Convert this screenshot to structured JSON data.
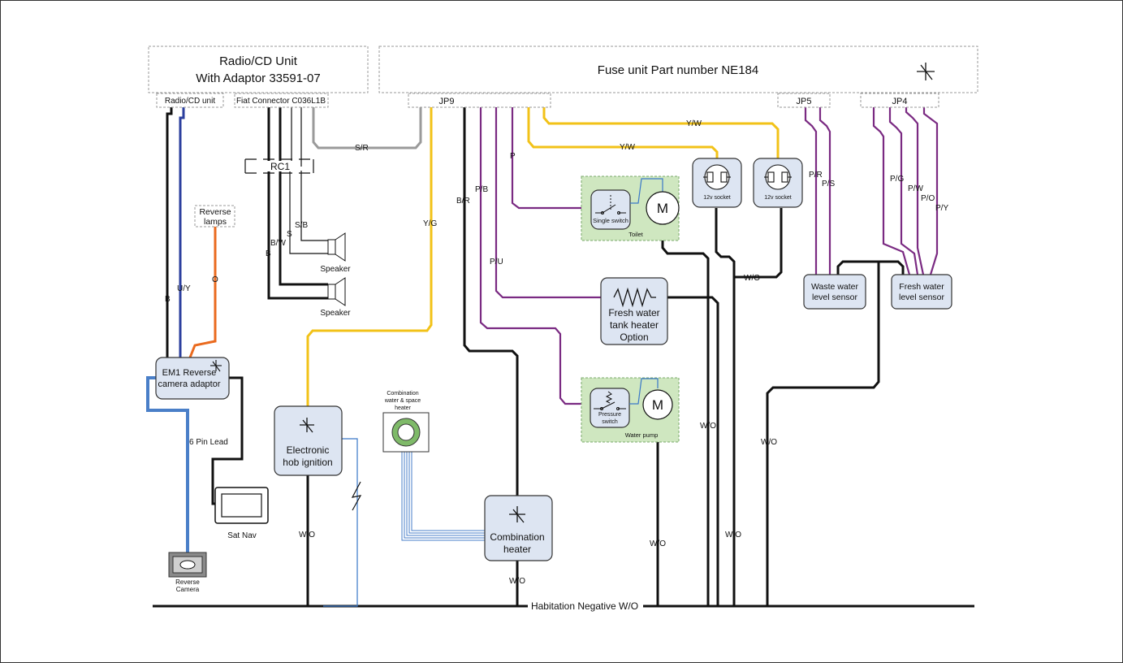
{
  "radio_unit": {
    "title_line1": "Radio/CD Unit",
    "title_line2": "With Adaptor 33591-07",
    "port_radio": "Radio/CD unit",
    "port_fiat": "Fiat Connector C036L1B"
  },
  "fuse_unit": {
    "title": "Fuse unit Part number NE184",
    "jp9": "JP9",
    "jp5": "JP5",
    "jp4": "JP4"
  },
  "rc1": "RC1",
  "reverse_lamps": {
    "line1": "Reverse",
    "line2": "lamps"
  },
  "em1": {
    "line1": "EM1 Reverse",
    "line2": "camera adaptor"
  },
  "pin_lead": "6 Pin Lead",
  "sat_nav": "Sat Nav",
  "reverse_camera": {
    "line1": "Reverse",
    "line2": "Camera"
  },
  "speaker1": "Speaker",
  "speaker2": "Speaker",
  "hob": {
    "line1": "Electronic",
    "line2": "hob ignition"
  },
  "combi_icon": {
    "line1": "Combination",
    "line2": "water & space",
    "line3": "heater"
  },
  "combi_heater": {
    "line1": "Combination",
    "line2": "heater"
  },
  "toilet": {
    "switch": "Single switch",
    "label": "Toilet",
    "motor": "M"
  },
  "water_pump": {
    "switch_line1": "Pressure",
    "switch_line2": "switch",
    "label": "Water pump",
    "motor": "M"
  },
  "tank_heater": {
    "line1": "Fresh water",
    "line2": "tank heater",
    "line3": "Option"
  },
  "socket1": "12v socket",
  "socket2": "12v socket",
  "waste_sensor": {
    "line1": "Waste water",
    "line2": "level sensor"
  },
  "fresh_sensor": {
    "line1": "Fresh water",
    "line2": "level sensor"
  },
  "ground": "Habitation Negative  W/O",
  "wires": {
    "sr": "S/R",
    "uy": "U/Y",
    "b_left": "B",
    "o": "O",
    "bw": "B/W",
    "s": "S",
    "sb": "S/B",
    "b_spk": "B",
    "yg": "Y/G",
    "br": "B/R",
    "pb": "P/B",
    "p": "P",
    "pu": "P/U",
    "yw1": "Y/W",
    "yw2": "Y/W",
    "pr": "P/R",
    "ps": "P/S",
    "pg": "P/G",
    "pw": "P/W",
    "po": "P/O",
    "py": "P/Y",
    "wo_hob": "W/O",
    "wo_combi": "W/O",
    "wo_pump": "W/O",
    "wo_mid": "W/O",
    "wo_sock": "W/O",
    "wo_sock2": "W/O",
    "wo_right": "W/O"
  }
}
